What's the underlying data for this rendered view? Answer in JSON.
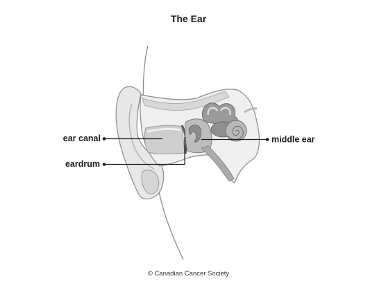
{
  "title": "The Ear",
  "labels": {
    "ear_canal": "ear canal",
    "eardrum": "eardrum",
    "middle_ear": "middle ear"
  },
  "credit": "© Canadian Cancer Society",
  "colors": {
    "outline": "#8a8a8a",
    "skin": "#e6e6e6",
    "canal": "#cfcfcf",
    "dark_structures": "#8c8c8c",
    "leader_lines": "#1a1a1a"
  }
}
